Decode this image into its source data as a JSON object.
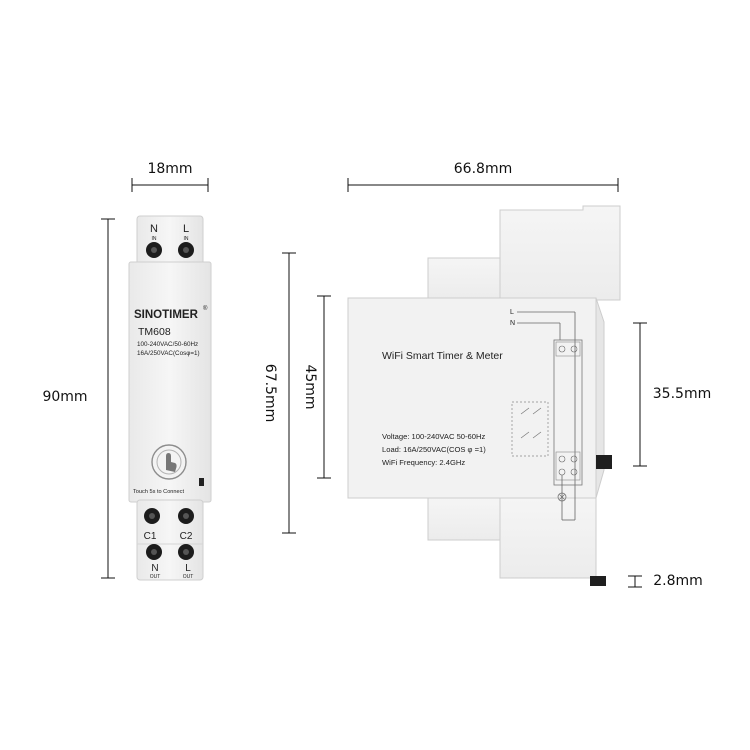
{
  "dimensions": {
    "width_front": "18mm",
    "width_side": "66.8mm",
    "height_front": "90mm",
    "height_body": "67.5mm",
    "height_face": "45mm",
    "height_rail": "35.5mm",
    "rail_depth": "2.8mm"
  },
  "front": {
    "terminal_top_left": "N",
    "terminal_top_left_sub": "IN",
    "terminal_top_right": "L",
    "terminal_top_right_sub": "IN",
    "brand": "SINOTIMER",
    "registered": "®",
    "model": "TM608",
    "spec_voltage": "100-240VAC/50-60Hz",
    "spec_load": "16A/250VAC(Cosφ=1)",
    "touch_caption": "Touch 5s to Connect",
    "terminal_mid_left": "C1",
    "terminal_mid_right": "C2",
    "terminal_bottom_left": "N",
    "terminal_bottom_left_sub": "OUT",
    "terminal_bottom_right": "L",
    "terminal_bottom_right_sub": "OUT"
  },
  "side": {
    "title": "WiFi Smart Timer & Meter",
    "voltage": "Voltage: 100-240VAC 50-60Hz",
    "load": "Load: 16A/250VAC(COS φ =1)",
    "frequency": "WiFi Frequency: 2.4GHz",
    "wire_l": "L",
    "wire_n": "N"
  },
  "colors": {
    "body": "#f1f1f1",
    "outline": "#c9c9c9",
    "dimension_line": "#111111",
    "terminal": "#1c1c1c"
  }
}
